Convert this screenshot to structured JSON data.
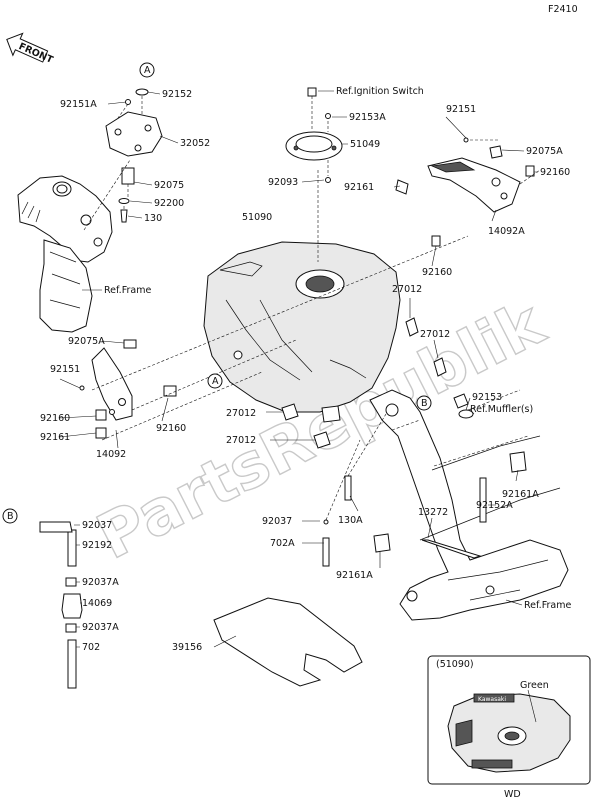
{
  "figure_code": "F2410",
  "front_label": "FRONT",
  "watermark": "PartsRepublik",
  "inset": {
    "ref": "(51090)",
    "color_label": "Green",
    "code": "WD",
    "decal_text": "Kawasaki"
  },
  "callouts": [
    "A",
    "92152",
    "92151A",
    "32052",
    "92075",
    "92200",
    "130",
    "Ref.Frame",
    "Ref.Ignition Switch",
    "92153A",
    "51049",
    "92093",
    "51090",
    "92151",
    "92075A",
    "92160",
    "92161",
    "14092A",
    "92160",
    "27012",
    "27012",
    "92075A",
    "92151",
    "92160",
    "92161",
    "14092",
    "A",
    "92160",
    "27012",
    "27012",
    "B",
    "92153",
    "Ref.Muffler(s)",
    "92161A",
    "92152A",
    "13272",
    "130A",
    "92037",
    "702A",
    "92161A",
    "Ref.Frame",
    "B",
    "92037",
    "92192",
    "92037A",
    "14069",
    "92037A",
    "702",
    "39156"
  ]
}
